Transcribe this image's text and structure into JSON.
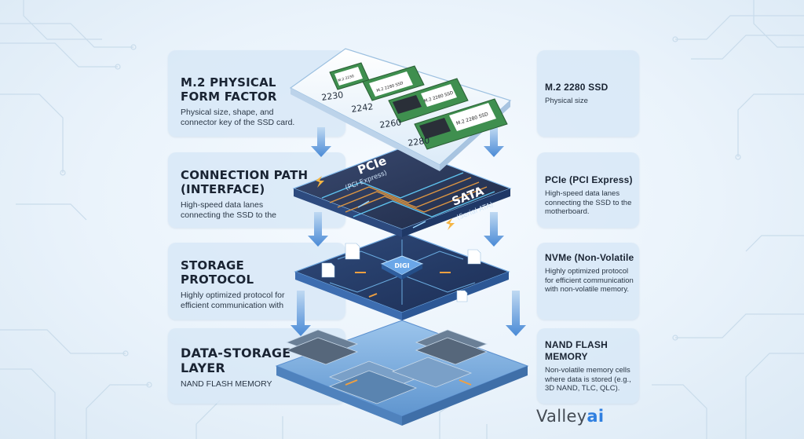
{
  "layers": [
    {
      "left_title": "M.2 PHYSICAL\nFORM FACTOR",
      "left_text": "Physical size, shape, and\nconnector key of the SSD card.",
      "right_title": "M.2 2280 SSD",
      "right_text": "Physical size"
    },
    {
      "left_title": "CONNECTION PATH\n(INTERFACE)",
      "left_text": "High-speed data lanes\nconnecting the SSD to the",
      "right_title_bold": "PCIe",
      "right_title_rest": " (PCI Express)",
      "right_text": "High-speed data lanes\nconnecting the SSD to the\nmotherboard."
    },
    {
      "left_title": "STORAGE\nPROTOCOL",
      "left_text": "Highly optimized protocol for\nefficient communication with",
      "right_title_bold": "NVMe",
      "right_title_rest": " (Non-Volatile",
      "right_text": "Highly optimized protocol\nfor efficient communication\nwith non-volatile memory."
    },
    {
      "left_title": "DATA-STORAGE\nLAYER",
      "left_text": "NAND FLASH MEMORY",
      "right_title": "NAND FLASH MEMORY",
      "right_text": "Non-volatile memory cells\nwhere data is stored (e.g.,\n3D NAND, TLC, QLC)."
    }
  ],
  "ssd_cards": [
    {
      "size": "2230",
      "label": "M.2 2230"
    },
    {
      "size": "2242",
      "label": "M.2 2280 SSD"
    },
    {
      "size": "2260",
      "label": "M.2 2280 SSD"
    },
    {
      "size": "2280",
      "label": "M.2 2280 SSD"
    }
  ],
  "interface_labels": {
    "pcie": "PCIe",
    "pcie_sub": "(PCI Express)",
    "sata": "SATA",
    "sata_sub": "(Serial ATA)"
  },
  "chip_label": "DIGI",
  "brand": {
    "main": "Valley",
    "accent": "ai"
  },
  "colors": {
    "accent": "#2f7fe0",
    "panel_dark": "#2c3b5e",
    "lane_orange": "#f0a040",
    "lane_cyan": "#64d2ff",
    "pcb_green": "#3f8f4f"
  }
}
